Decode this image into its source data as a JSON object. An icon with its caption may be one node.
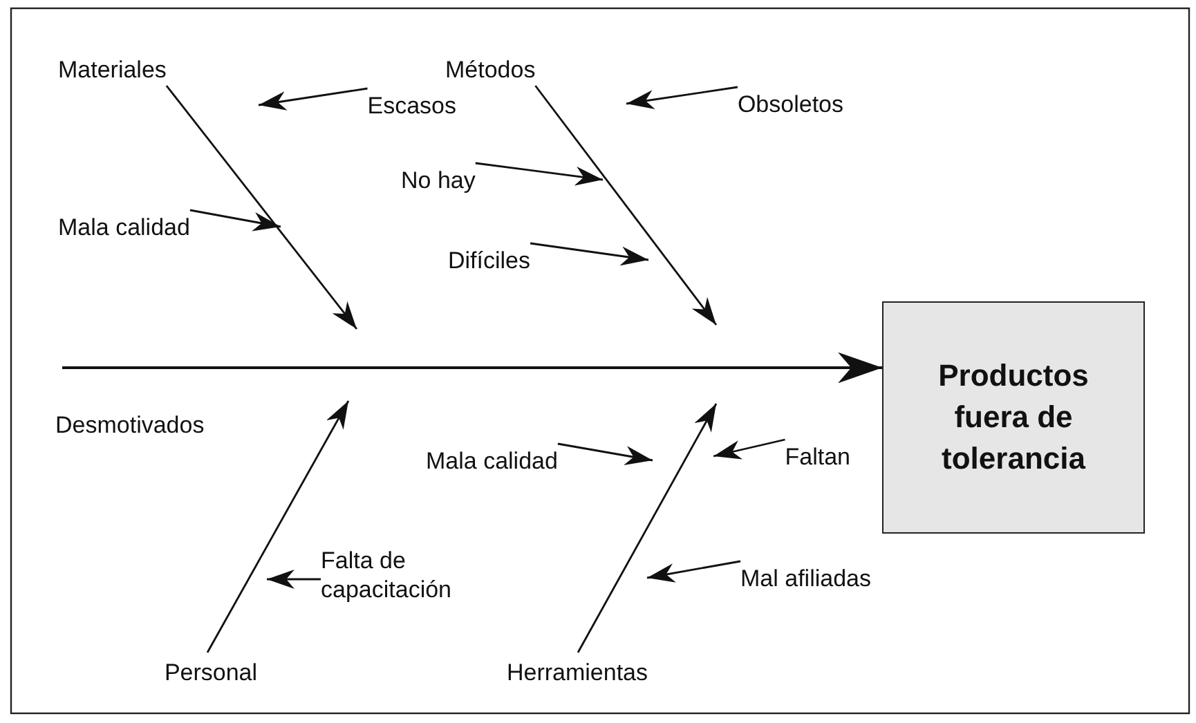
{
  "diagram": {
    "nodes": [
      {
        "text": [
          "Materiales"
        ]
      },
      {
        "text": [
          "Métodos"
        ]
      },
      {
        "text": [
          "Personal"
        ]
      },
      {
        "text": [
          "Herramientas"
        ]
      },
      {
        "text": [
          "Productos fuera de tolerancia"
        ]
      },
      {
        "text": [
          "Escasos"
        ]
      },
      {
        "text": [
          "Mala calidad"
        ]
      },
      {
        "text": [
          "Obsoletos"
        ]
      },
      {
        "text": [
          "No hay"
        ]
      },
      {
        "text": [
          "Difíciles"
        ]
      },
      {
        "text": [
          "Falta de capacitación"
        ]
      },
      {
        "text": [
          "Mala calidad"
        ]
      },
      {
        "text": [
          "Faltan"
        ]
      },
      {
        "text": [
          "Mal afiliadas"
        ]
      }
    ],
    "edges": [
      {
        "from": 0,
        "to": null,
        "arrow": "to"
      },
      {
        "from": 1,
        "to": null,
        "arrow": "to"
      },
      {
        "from": 2,
        "to": null,
        "arrow": "to"
      },
      {
        "from": 3,
        "to": null,
        "arrow": "to"
      },
      {
        "from": 5,
        "to": null,
        "arrow": "to"
      },
      {
        "from": 6,
        "to": null,
        "arrow": "to"
      },
      {
        "from": 7,
        "to": null,
        "arrow": "to"
      },
      {
        "from": 8,
        "to": null,
        "arrow": "to"
      },
      {
        "from": 9,
        "to": null,
        "arrow": "to"
      },
      {
        "from": 10,
        "to": null,
        "arrow": "to"
      },
      {
        "from": 11,
        "to": null,
        "arrow": "to"
      },
      {
        "from": 12,
        "to": null,
        "arrow": "to"
      },
      {
        "from": 13,
        "to": null,
        "arrow": "to"
      },
      {
        "from": null,
        "to": 4,
        "arrow": "to"
      }
    ],
    "labels": [
      "Desmotivados"
    ]
  }
}
